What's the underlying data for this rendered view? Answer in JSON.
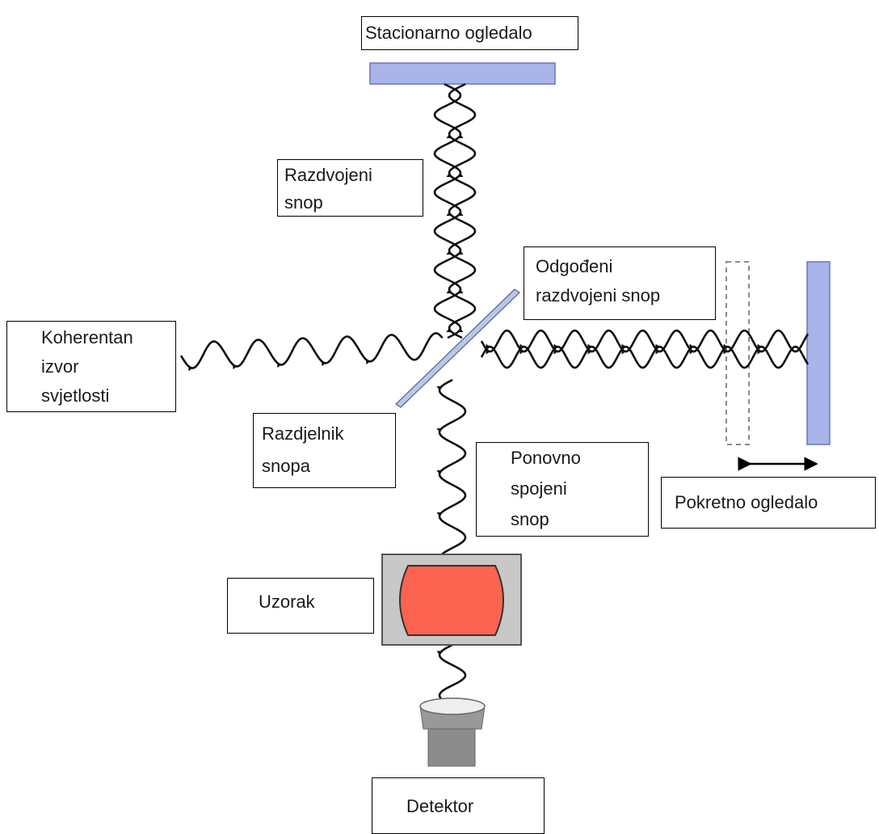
{
  "labels": {
    "stationary_mirror": "Stacionarno ogledalo",
    "split_beam": [
      "Razdvojeni",
      "snop"
    ],
    "delayed_split_beam": [
      "Odgođeni",
      "razdvojeni snop"
    ],
    "coherent_source": [
      "Koherentan",
      "izvor",
      "svjetlosti"
    ],
    "beam_splitter": [
      "Razdjelnik",
      "snopa"
    ],
    "recombined_beam": [
      "Ponovno",
      "spojeni",
      "snop"
    ],
    "moving_mirror": "Pokretno ogledalo",
    "sample": "Uzorak",
    "detector": "Detektor"
  },
  "colors": {
    "mirror_fill": "#a9b4ea",
    "mirror_stroke": "#6b74c0",
    "splitter_fill": "#b9c8e8",
    "sample_fill": "#fc6450",
    "sample_box": "#c8c8c8",
    "detector_fill": "#8c8c8c",
    "wave": "#111111"
  }
}
